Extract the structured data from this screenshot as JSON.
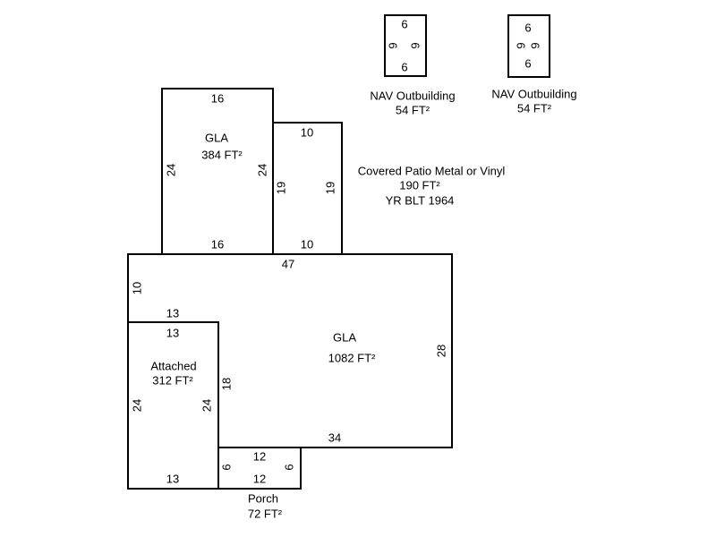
{
  "areas": {
    "gla_upper": {
      "name": "GLA",
      "area": "384 FT²",
      "top": "16",
      "bottom": "16",
      "left": "24",
      "right": "24"
    },
    "patio": {
      "name": "Covered Patio Metal or Vinyl",
      "area": "190 FT²",
      "year": "YR BLT 1964",
      "top": "10",
      "bottom": "10",
      "left": "19",
      "right": "19"
    },
    "gla_main": {
      "name": "GLA",
      "area": "1082 FT²",
      "top": "47",
      "right": "28",
      "bottom": "34",
      "inner_vertical": "18",
      "left": "10",
      "step": "13"
    },
    "attached": {
      "name": "Attached",
      "area": "312 FT²",
      "top": "13",
      "bottom": "13",
      "left": "24",
      "right": "24"
    },
    "porch": {
      "name": "Porch",
      "area": "72 FT²",
      "top": "12",
      "bottom": "12",
      "left": "6",
      "right": "6"
    },
    "outbuilding1": {
      "name": "NAV Outbuilding",
      "area": "54 FT²",
      "top": "6",
      "bottom": "6",
      "left": "9",
      "right": "9"
    },
    "outbuilding2": {
      "name": "NAV Outbuilding",
      "area": "54 FT²",
      "top": "6",
      "bottom": "6",
      "left": "9",
      "right": "9"
    }
  }
}
